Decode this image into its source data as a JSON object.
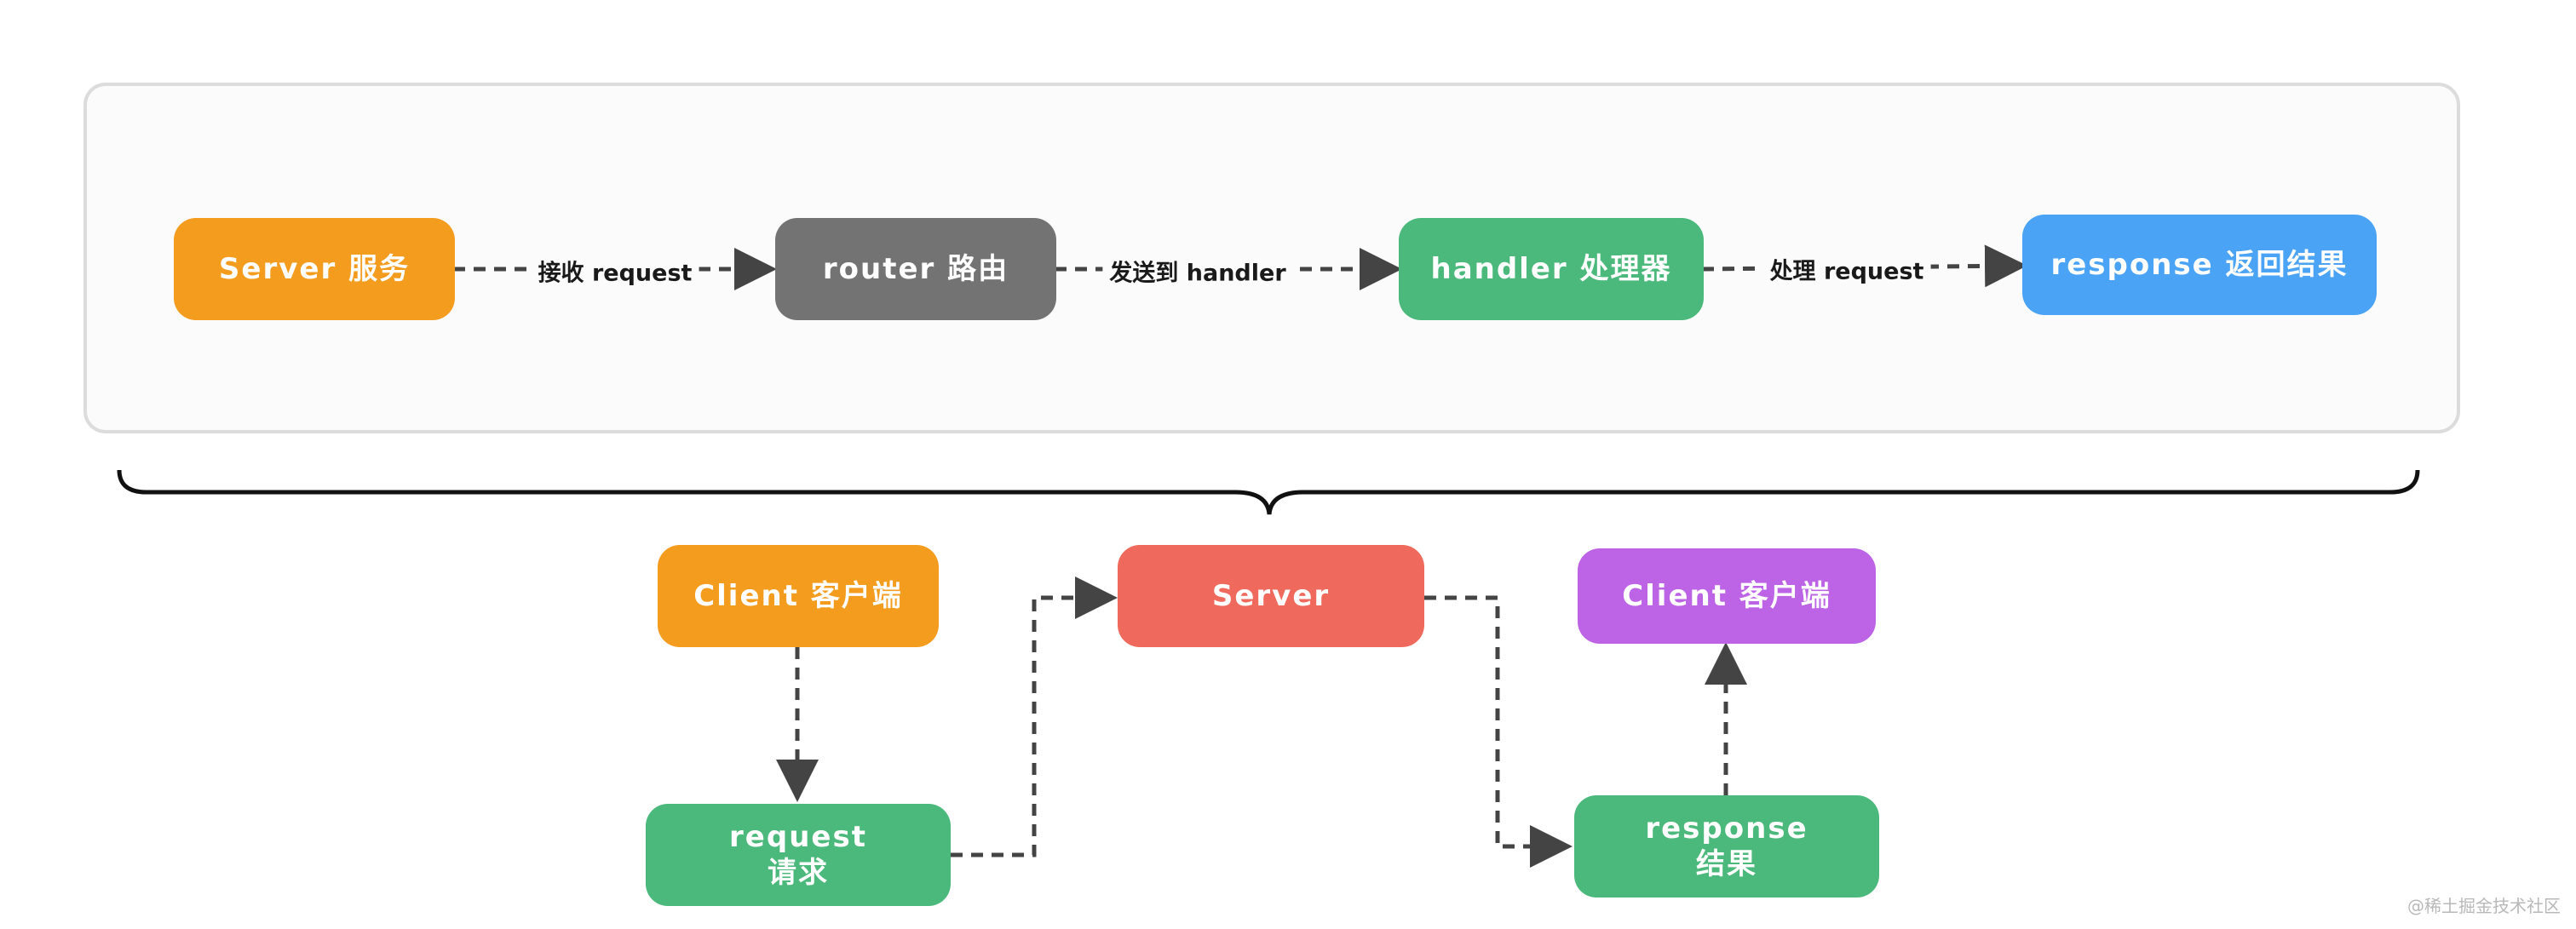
{
  "pipeline": {
    "server": "Server 服务",
    "router": "router 路由",
    "handler": "handler 处理器",
    "response": "response 返回结果",
    "edge1": "接收 request",
    "edge2": "发送到 handler",
    "edge3": "处理 request"
  },
  "flow": {
    "client_top": "Client 客户端",
    "request_line1": "request",
    "request_line2": "请求",
    "server": "Server",
    "client_right": "Client 客户端",
    "response_line1": "response",
    "response_line2": "结果"
  },
  "colors": {
    "orange": "#f39c1e",
    "gray": "#737373",
    "green": "#4cb97c",
    "blue": "#4aa3f5",
    "red": "#ef6a5c",
    "purple": "#bd63e6",
    "arrow": "#444444"
  },
  "watermark": "@稀土掘金技术社区"
}
